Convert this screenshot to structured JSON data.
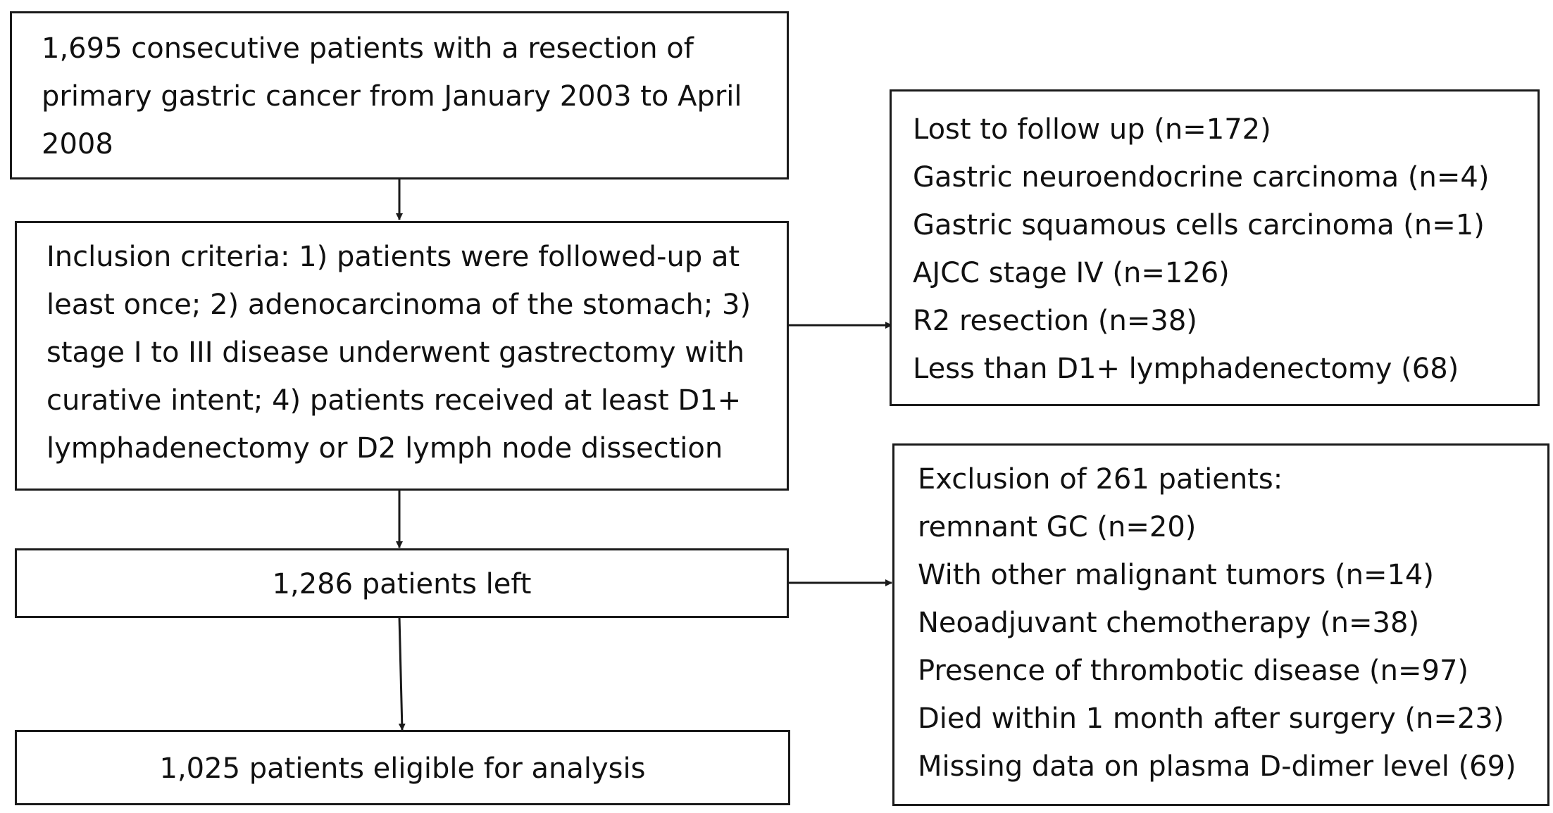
{
  "flowchart": {
    "boxes": {
      "start": {
        "lines": [
          "1,695 consecutive patients with a resection of",
          "primary gastric cancer from January 2003 to April",
          "2008"
        ]
      },
      "inclusion": {
        "lines": [
          "Inclusion criteria: 1) patients were followed-up at",
          "least once; 2) adenocarcinoma of the stomach; 3)",
          "stage I to III disease underwent gastrectomy with",
          "curative intent; 4) patients received at least D1+",
          "lymphadenectomy or D2 lymph node dissection"
        ]
      },
      "exclusion_first": {
        "lines": [
          "Lost to follow up (n=172)",
          "Gastric neuroendocrine carcinoma (n=4)",
          "Gastric squamous cells carcinoma (n=1)",
          "AJCC stage IV (n=126)",
          "R2 resection (n=38)",
          "Less than D1+ lymphadenectomy (68)"
        ]
      },
      "left": {
        "lines": [
          "1,286 patients left"
        ]
      },
      "exclusion_second": {
        "lines": [
          "Exclusion of 261 patients:",
          "remnant GC (n=20)",
          "With other malignant tumors (n=14)",
          "Neoadjuvant chemotherapy (n=38)",
          "Presence of thrombotic disease (n=97)",
          "Died within 1 month after surgery (n=23)",
          "Missing data on plasma D-dimer level (69)"
        ]
      },
      "final": {
        "lines": [
          "1,025 patients eligible for analysis"
        ]
      }
    },
    "colors": {
      "stroke": "#1a1a1a",
      "text": "#111111",
      "background": "#ffffff"
    }
  }
}
